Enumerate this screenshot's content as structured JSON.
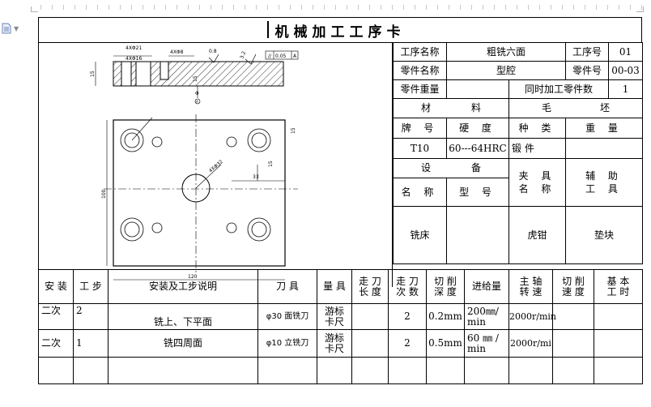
{
  "title": "机械加工工序卡",
  "header": {
    "proc_name_label": "工序名称",
    "proc_name": "粗铣六面",
    "proc_no_label": "工序号",
    "proc_no": "01",
    "part_name_label": "零件名称",
    "part_name": "型腔",
    "part_no_label": "零件号",
    "part_no": "00-03",
    "part_weight_label": "零件重量",
    "part_weight": "",
    "concurrent_label": "同时加工零件数",
    "concurrent": "1"
  },
  "material": {
    "heading_a": "材",
    "heading_b": "料",
    "grade_label": "牌 号",
    "hardness_label": "硬 度",
    "grade": "T10",
    "hardness": "60---64HRC"
  },
  "blank": {
    "heading_a": "毛",
    "heading_b": "坯",
    "kind_label": "种 类",
    "weight_label": "重 量",
    "kind": "锻 件",
    "weight": ""
  },
  "equipment": {
    "heading_a": "设",
    "heading_b": "备",
    "name_label": "名 称",
    "model_label": "型 号",
    "name": "铣床",
    "model": ""
  },
  "fixture": {
    "label": "夹 具 名 称",
    "label_a": "夹 具",
    "label_b": "名 称",
    "value": "虎钳"
  },
  "aux": {
    "label_a": "辅 助",
    "label_b": "工 具",
    "value": "垫块"
  },
  "columns": [
    "安装",
    "工步",
    "安装及工步说明",
    "刀具",
    "量具",
    "走刀长度",
    "走刀次数",
    "切削深度",
    "进给量",
    "主轴转速",
    "切削速度",
    "基本工时"
  ],
  "column_labels": {
    "install": "安 装",
    "step": "工 步",
    "desc": "安装及工步说明",
    "tool": "刀 具",
    "gauge": "量 具",
    "feed_len_a": "走 刀",
    "feed_len_b": "长 度",
    "passes_a": "走 刀",
    "passes_b": "次 数",
    "depth_a": "切 削",
    "depth_b": "深 度",
    "feed": "进给量",
    "speed_a": "主 轴",
    "speed_b": "转 速",
    "vel_a": "切 削",
    "vel_b": "速 度",
    "time_a": "基 本",
    "time_b": "工 时"
  },
  "rows": [
    {
      "install": "二次",
      "step": "2",
      "desc": "铣上、下平面",
      "tool": "φ30 面铣刀",
      "gauge_a": "游标",
      "gauge_b": "卡尺",
      "passes": "2",
      "depth": "0.2mm",
      "feed_a": "200㎜/",
      "feed_b": "min",
      "speed": "2000r/min"
    },
    {
      "install": "二次",
      "step": "1",
      "desc": "铣四周面",
      "tool": "φ10 立铣刀",
      "gauge_a": "游标",
      "gauge_b": "卡尺",
      "passes": "2",
      "depth": "0.5mm",
      "feed_a": "60 ㎜ /",
      "feed_b": "min",
      "speed": "2000r/mi"
    }
  ],
  "drawing": {
    "dims": {
      "width": "120",
      "height": "100",
      "offset_x": "33",
      "offset_y": "15",
      "side": "15",
      "thick": "15",
      "hole": "4XΦ32"
    },
    "notes": [
      "4XΦ21",
      "4XΦ16",
      "4XΦ8",
      "0.8",
      "3.2",
      "//",
      "0.05",
      "A",
      "Φ",
      "A"
    ]
  }
}
